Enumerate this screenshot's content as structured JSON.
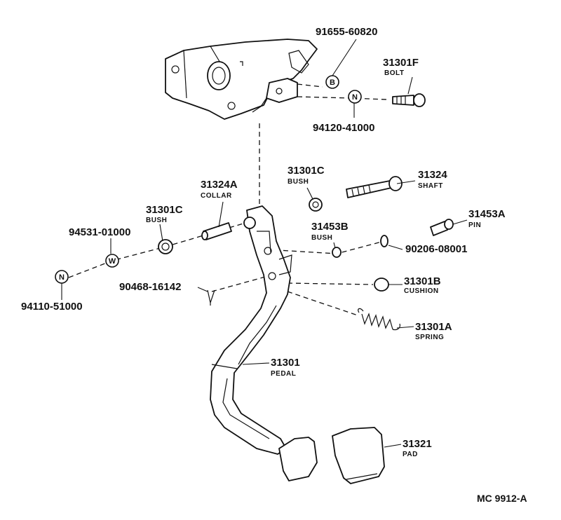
{
  "parts": {
    "p91655": {
      "number": "91655-60820",
      "marker": "B"
    },
    "p31301F": {
      "number": "31301F",
      "name": "BOLT"
    },
    "p94120": {
      "number": "94120-41000",
      "marker": "N"
    },
    "p31301C_top": {
      "number": "31301C",
      "name": "BUSH"
    },
    "p31324": {
      "number": "31324",
      "name": "SHAFT"
    },
    "p31324A": {
      "number": "31324A",
      "name": "COLLAR"
    },
    "p31301C_left": {
      "number": "31301C",
      "name": "BUSH"
    },
    "p94531": {
      "number": "94531-01000",
      "marker": "W"
    },
    "p94110": {
      "number": "94110-51000",
      "marker": "N"
    },
    "p31453B": {
      "number": "31453B",
      "name": "BUSH"
    },
    "p31453A": {
      "number": "31453A",
      "name": "PIN"
    },
    "p90206": {
      "number": "90206-08001"
    },
    "p90468": {
      "number": "90468-16142"
    },
    "p31301B": {
      "number": "31301B",
      "name": "CUSHION"
    },
    "p31301A": {
      "number": "31301A",
      "name": "SPRING"
    },
    "p31301": {
      "number": "31301",
      "name": "PEDAL"
    },
    "p31321": {
      "number": "31321",
      "name": "PAD"
    }
  },
  "figure_code": "MC 9912-A"
}
